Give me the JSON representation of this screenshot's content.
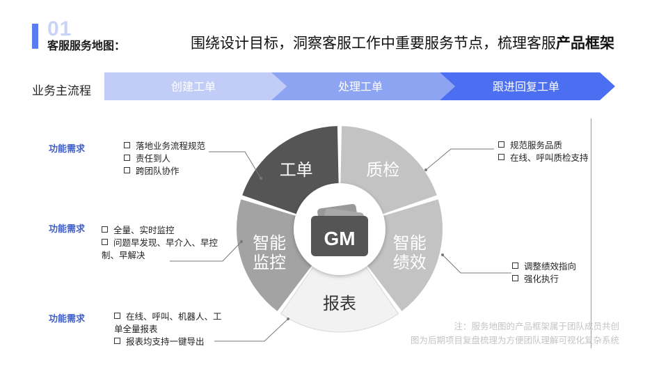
{
  "header": {
    "section_number": "01",
    "section_title": "客服服务地图：",
    "headline_text": "围绕设计目标，洞察客服工作中重要服务节点，梳理客服",
    "headline_bold": "产品框架",
    "accent_color": "#5b7cf0"
  },
  "flow": {
    "label": "业务主流程",
    "steps": [
      {
        "label": "创建工单",
        "color": "#c2cdf7"
      },
      {
        "label": "处理工单",
        "color": "#8da4f3"
      },
      {
        "label": "跟进回复工单",
        "color": "#4b6ff0"
      }
    ]
  },
  "wheel": {
    "center_text": "GM",
    "segments": [
      {
        "label": "工单",
        "color": "#555555"
      },
      {
        "label": "质检",
        "color": "#c3c3c3"
      },
      {
        "label": "智能绩效",
        "color": "#c3c3c3"
      },
      {
        "label": "报表",
        "color": "#f2f2f2"
      },
      {
        "label": "智能监控",
        "color": "#a3a3a3"
      }
    ]
  },
  "requirements": [
    {
      "label": "功能需求",
      "items": [
        "落地业务流程规范",
        "责任到人",
        "跨团队协作"
      ]
    },
    {
      "label": "功能需求",
      "items": [
        "全量、实时监控",
        "问题早发现、早介入、早控制、早解决"
      ]
    },
    {
      "label": "功能需求",
      "items": [
        "在线、呼叫、机器人、工单全量报表",
        "报表均支持一键导出"
      ]
    }
  ],
  "right_items": [
    {
      "items": [
        "规范服务品质",
        "在线、呼叫质检支持"
      ]
    },
    {
      "items": [
        "调整绩效指向",
        "强化执行"
      ]
    }
  ],
  "note": {
    "line1": "注：服务地图的产品框架属于团队成员共创",
    "line2": "图为后期项目复盘梳理为方便团队理解可视化复杂系统"
  }
}
